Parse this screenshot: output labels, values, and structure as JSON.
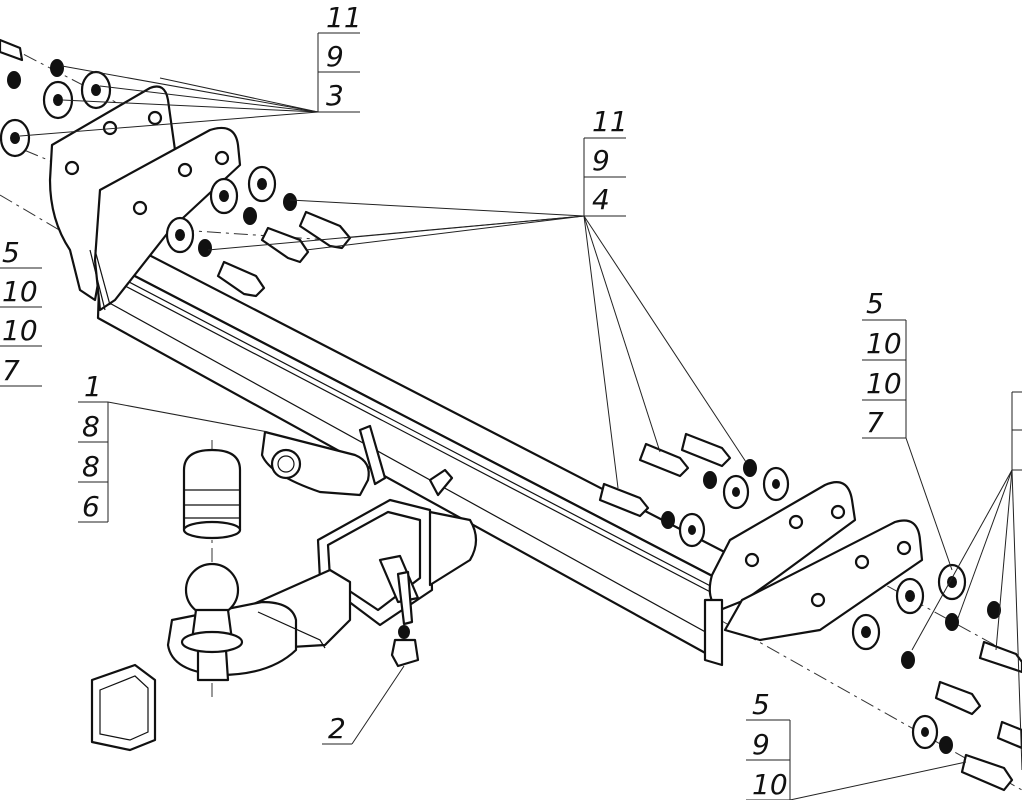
{
  "diagram": {
    "callouts": [
      {
        "id": "top-left-stack",
        "labels": [
          "11",
          "9",
          "3"
        ]
      },
      {
        "id": "top-center-stack",
        "labels": [
          "11",
          "9",
          "4"
        ]
      },
      {
        "id": "left-edge-stack",
        "labels": [
          "5",
          "10",
          "10",
          "7"
        ]
      },
      {
        "id": "left-mid-stack",
        "labels": [
          "1",
          "8",
          "8",
          "6"
        ]
      },
      {
        "id": "right-stack",
        "labels": [
          "5",
          "10",
          "10",
          "7"
        ]
      },
      {
        "id": "bottom-single",
        "labels": [
          "2"
        ]
      },
      {
        "id": "bottom-right-stack",
        "labels": [
          "5",
          "9",
          "10"
        ]
      }
    ],
    "parts": [
      "left-mount-bracket",
      "cross-beam",
      "right-mount-bracket",
      "socket-plate",
      "receiver-hitch",
      "ball-mount",
      "tow-ball",
      "ball-cover",
      "receiver-cap",
      "bolt",
      "washer",
      "nut"
    ]
  }
}
